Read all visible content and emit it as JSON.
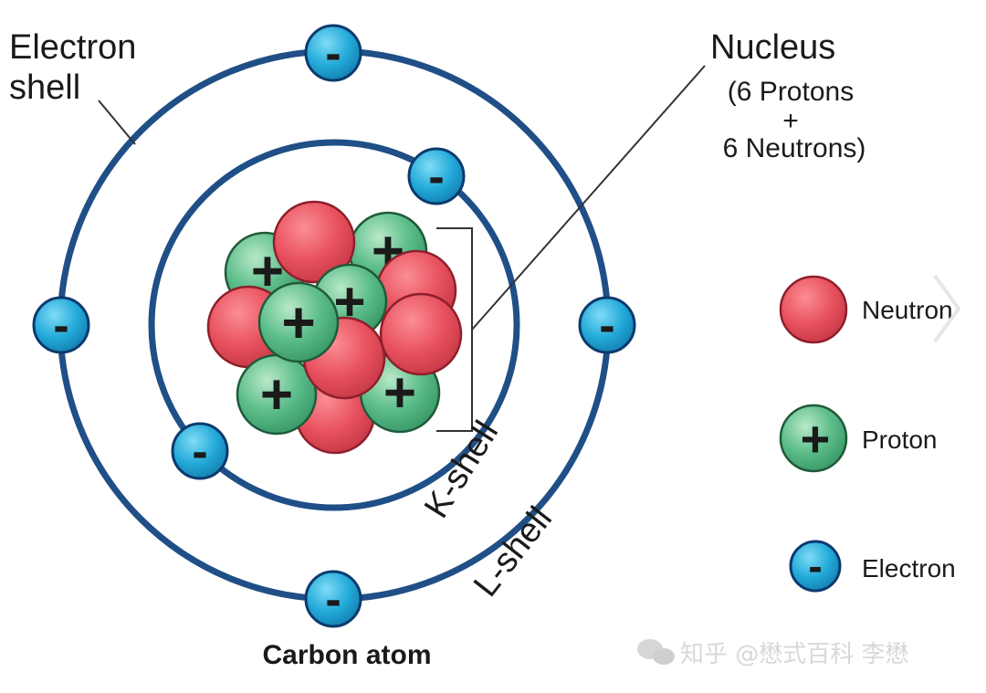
{
  "labels": {
    "electron_shell_line1": "Electron",
    "electron_shell_line2": "shell",
    "nucleus_title": "Nucleus",
    "nucleus_line2": "(6 Protons",
    "nucleus_plus": "+",
    "nucleus_line3": "6 Neutrons)",
    "k_shell": "K-shell",
    "l_shell": "L-shell",
    "caption": "Carbon atom",
    "watermark": "知乎 @懋式百科 李懋"
  },
  "symbols": {
    "electron": "-",
    "proton": "+"
  },
  "legend": [
    {
      "kind": "neutron",
      "label": "Neutron"
    },
    {
      "kind": "proton",
      "label": "Proton"
    },
    {
      "kind": "electron",
      "label": "Electron"
    }
  ],
  "counts": {
    "protons": 6,
    "neutrons": 6,
    "electrons": 6
  },
  "colors": {
    "shell": "#1f4f86",
    "neutron": "#e8515e",
    "neutron_stroke": "#8e1f2c",
    "proton": "#4fb07e",
    "proton_stroke": "#1f5a3a",
    "electron": "#1fa6d6",
    "electron_stroke": "#0c3a6e",
    "text": "#1a1a1a"
  },
  "icons": {
    "watermark_icon": "wechat-icon",
    "nav_icon": "chevron-right-icon"
  }
}
